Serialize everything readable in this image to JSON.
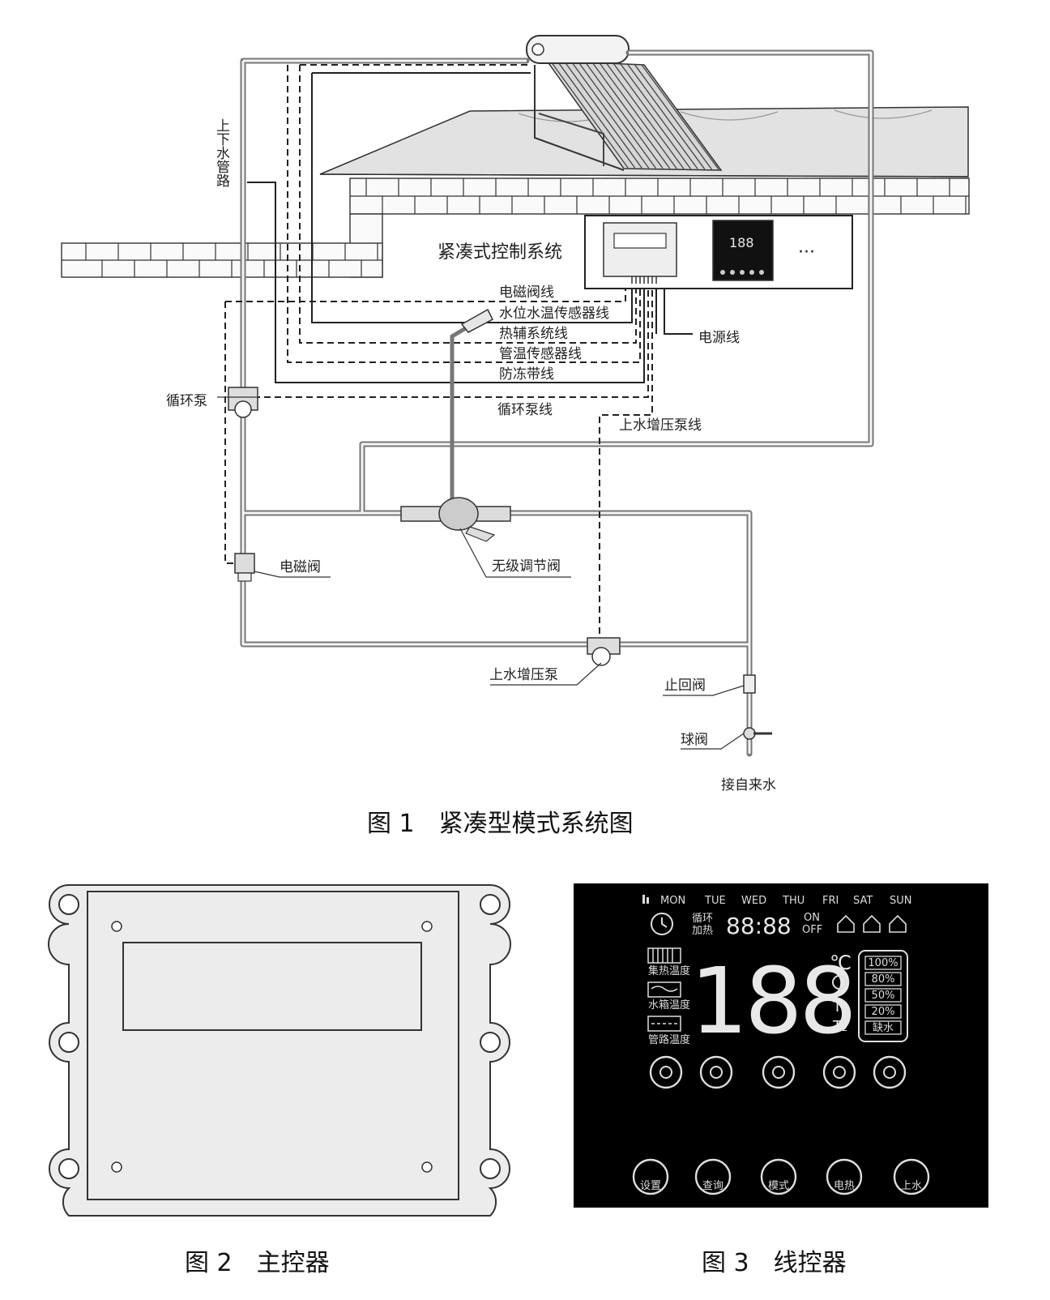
{
  "labels": {
    "pipe_route": "上下水管路",
    "control_system": "紧凑式控制系统",
    "ellipsis": "···",
    "solenoid_wire": "电磁阀线",
    "level_temp_sensor_wire": "水位水温传感器线",
    "aux_heat_wire": "热辅系统线",
    "pipe_temp_sensor_wire": "管温传感器线",
    "antifreeze_wire": "防冻带线",
    "power_wire": "电源线",
    "circ_pump": "循环泵",
    "circ_pump_wire": "循环泵线",
    "booster_pump_wire": "上水增压泵线",
    "solenoid_valve": "电磁阀",
    "stepless_valve": "无级调节阀",
    "booster_pump": "上水增压泵",
    "check_valve": "止回阀",
    "ball_valve": "球阀",
    "tap_water": "接自来水"
  },
  "captions": {
    "fig1": "图 1　紧凑型模式系统图",
    "fig2": "图 2　主控器",
    "fig3": "图 3　线控器"
  },
  "panel": {
    "days": [
      "MON",
      "TUE",
      "WED",
      "THU",
      "FRI",
      "SAT",
      "SUN"
    ],
    "loop": "循环",
    "heat": "加热",
    "time": "88:88",
    "on": "ON",
    "off": "OFF",
    "big_number": "188",
    "unit": "℃",
    "t1": "T₁",
    "t2": "T₂",
    "sensors": [
      "集热温度",
      "水箱温度",
      "管路温度"
    ],
    "levels": [
      "100%",
      "80%",
      "50%",
      "20%",
      "缺水"
    ],
    "buttons": [
      "设置",
      "查询",
      "模式",
      "电热",
      "上水"
    ]
  },
  "colors": {
    "pipe": "#777777",
    "panel_bg": "#000000",
    "controller_body": "#ececec"
  }
}
